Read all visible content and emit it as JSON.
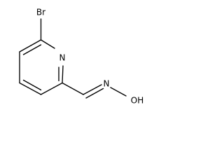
{
  "molecule": {
    "atoms": {
      "bromine": "Br",
      "ring_nitrogen": "N",
      "oxime_nitrogen": "N",
      "hydroxyl": "OH"
    },
    "bond_color": "#000000"
  }
}
